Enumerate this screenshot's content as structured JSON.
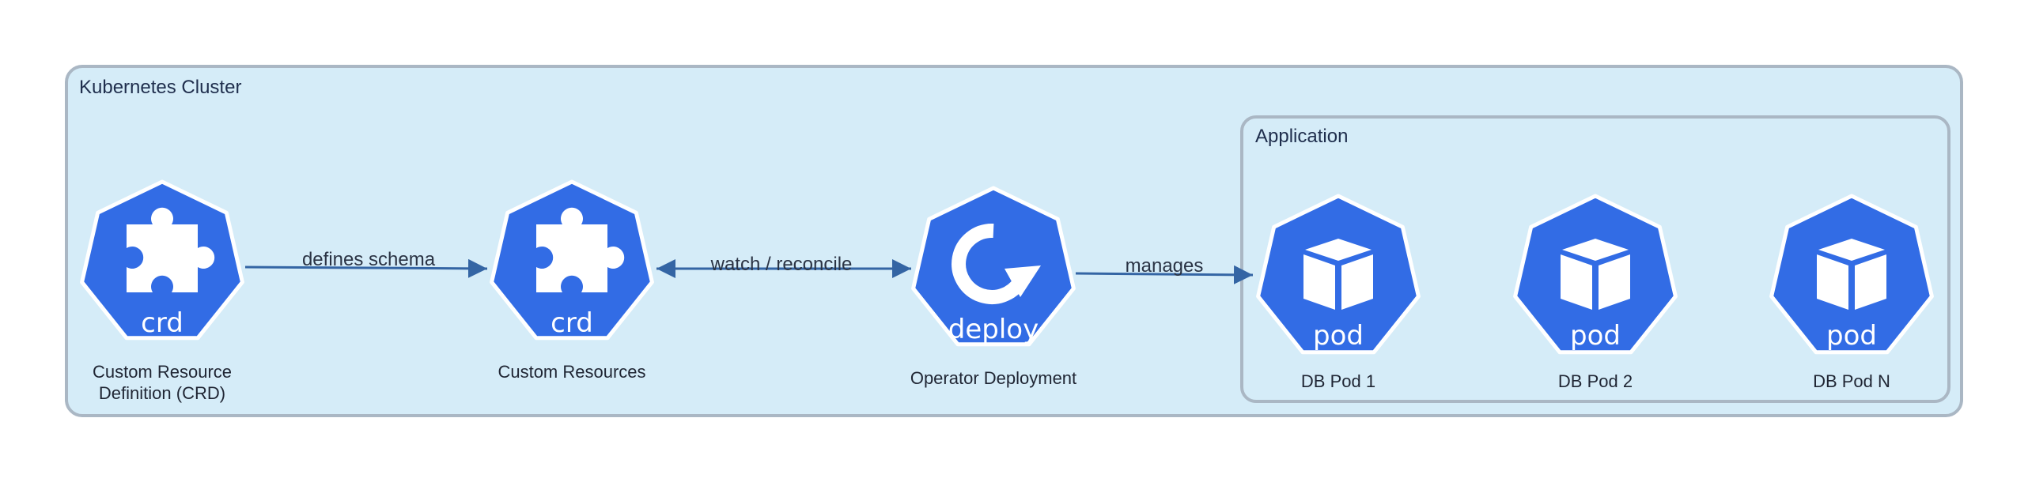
{
  "diagram": {
    "clusters": {
      "kubernetes": {
        "label": "Kubernetes Cluster"
      },
      "application": {
        "label": "Application"
      }
    },
    "nodes": {
      "crd": {
        "label_lines": [
          "Custom Resource",
          "Definition (CRD)"
        ],
        "icon_label": "crd",
        "icon": "puzzle-icon"
      },
      "cr": {
        "label_lines": [
          "Custom Resources"
        ],
        "icon_label": "crd",
        "icon": "puzzle-icon"
      },
      "operator": {
        "label_lines": [
          "Operator Deployment"
        ],
        "icon_label": "deploy",
        "icon": "refresh-icon"
      },
      "pod1": {
        "label_lines": [
          "DB Pod 1"
        ],
        "icon_label": "pod",
        "icon": "cube-icon"
      },
      "pod2": {
        "label_lines": [
          "DB Pod 2"
        ],
        "icon_label": "pod",
        "icon": "cube-icon"
      },
      "podn": {
        "label_lines": [
          "DB Pod N"
        ],
        "icon_label": "pod",
        "icon": "cube-icon"
      }
    },
    "edges": {
      "defines": {
        "label": "defines schema"
      },
      "watch": {
        "label": "watch / reconcile"
      },
      "manages": {
        "label": "manages"
      }
    }
  },
  "colors": {
    "cluster_fill": "#d5ecf8",
    "cluster_stroke": "#aab7c4",
    "node_blue": "#326ce5",
    "edge": "#3465a4",
    "white": "#ffffff"
  }
}
